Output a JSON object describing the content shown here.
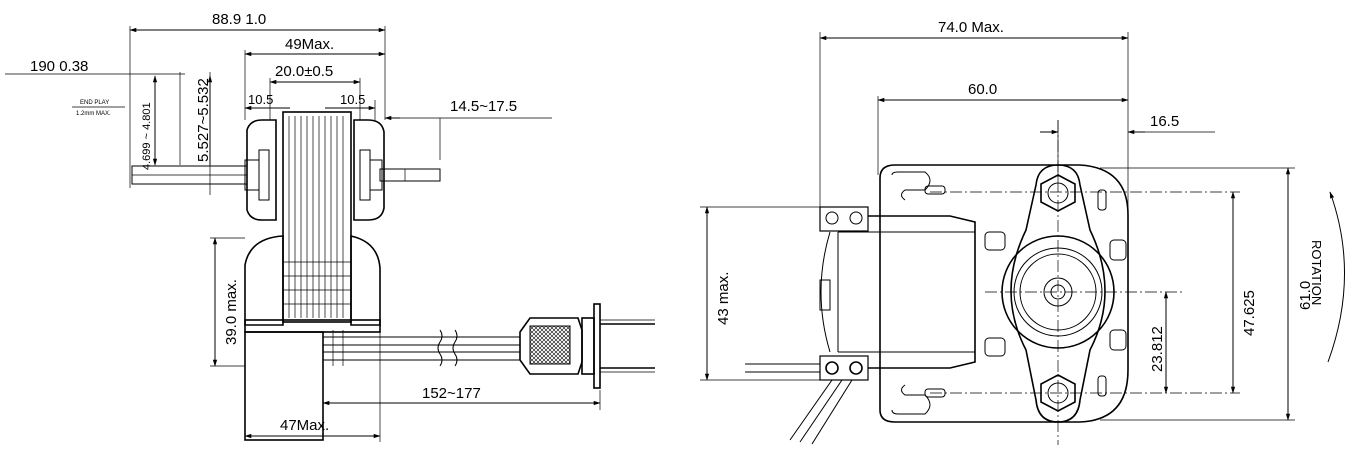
{
  "left_view": {
    "overall_length": "88.9  1.0",
    "shaft_dia": "190  0.38",
    "body_width": "49Max.",
    "stack_width": "20.0±0.5",
    "left_gap": "10.5",
    "right_gap": "10.5",
    "shaft_ext": "14.5~17.5",
    "end_play_1": "END PLAY",
    "end_play_2": "1.2mm MAX.",
    "bearing_dia_1": "4.699 ~ 4.801",
    "bearing_dia_2": "5.527~5.532",
    "height": "39.0 max.",
    "cord_length": "152~177",
    "base_width": "47Max."
  },
  "right_view": {
    "overall_width": "74.0 Max.",
    "mount_width": "60.0",
    "offset": "16.5",
    "frame_height": "43 max.",
    "hole_spacing": "47.625",
    "total_height": "61.0",
    "center_height": "23.812",
    "rotation": "ROTATION"
  },
  "colors": {
    "line": "#000000",
    "background": "#ffffff"
  }
}
